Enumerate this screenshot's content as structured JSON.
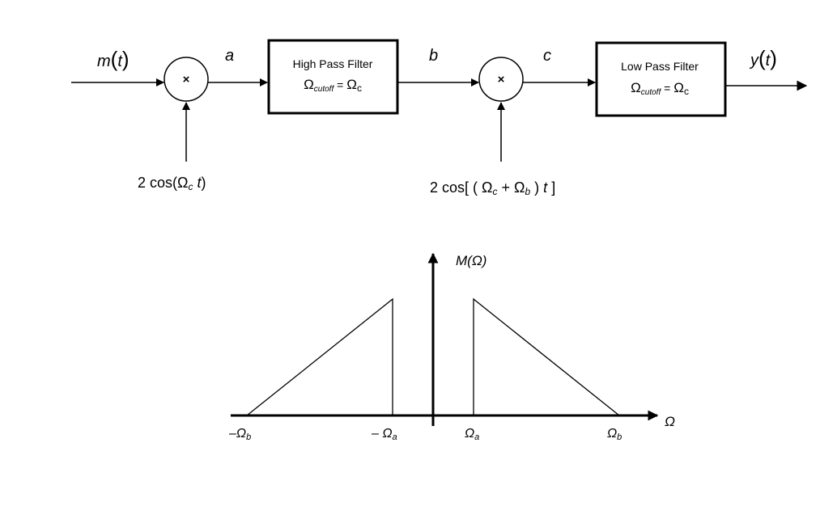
{
  "block_diagram": {
    "input_signal": {
      "name": "m",
      "arg": "t"
    },
    "output_signal": {
      "name": "y",
      "arg": "t"
    },
    "mixer_symbol": "×",
    "node_a": "a",
    "node_b": "b",
    "node_c": "c",
    "mixer1_lo": {
      "prefix": "2 cos(",
      "omega": "Ω",
      "sub": "c",
      "t": "t",
      "suffix": ")"
    },
    "mixer2_lo": {
      "prefix": "2 cos[ ( ",
      "omega1": "Ω",
      "sub1": "c",
      "plus": " + ",
      "omega2": "Ω",
      "sub2": "b",
      "close": " ) ",
      "t": "t",
      "suffix": " ]"
    },
    "hpf": {
      "title": "High Pass Filter",
      "omega": "Ω",
      "cutoff_sub": "cutoff",
      "eq": " = ",
      "omega_c": "Ω",
      "c_sub": "c"
    },
    "lpf": {
      "title": "Low Pass Filter",
      "omega": "Ω",
      "cutoff_sub": "cutoff",
      "eq": " = ",
      "omega_c": "Ω",
      "c_sub": "c"
    }
  },
  "spectrum": {
    "ylabel": "M(Ω)",
    "xlabel": "Ω",
    "ticks": [
      {
        "key": "neg_omega_b",
        "prefix": "–",
        "omega": "Ω",
        "sub": "b"
      },
      {
        "key": "neg_omega_a",
        "prefix": "– ",
        "omega": "Ω",
        "sub": "a"
      },
      {
        "key": "omega_a",
        "prefix": "",
        "omega": "Ω",
        "sub": "a"
      },
      {
        "key": "omega_b",
        "prefix": "",
        "omega": "Ω",
        "sub": "b"
      }
    ]
  }
}
